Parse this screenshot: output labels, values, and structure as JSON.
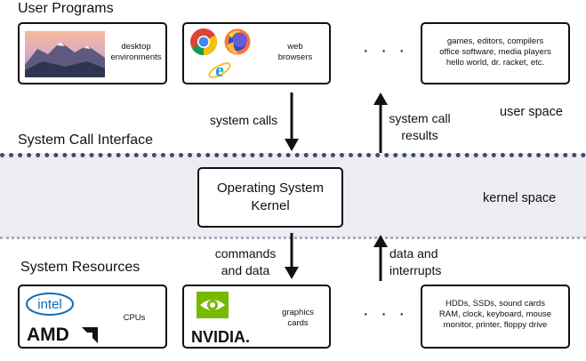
{
  "sections": {
    "user_programs": "User Programs",
    "system_call_interface": "System Call Interface",
    "system_resources": "System Resources"
  },
  "spaces": {
    "user": "user space",
    "kernel": "kernel space"
  },
  "kernel": {
    "line1": "Operating System",
    "line2": "Kernel"
  },
  "arrows": {
    "down_top": "system calls",
    "up_top_1": "system call",
    "up_top_2": "results",
    "down_bottom_1": "commands",
    "down_bottom_2": "and data",
    "up_bottom_1": "data and",
    "up_bottom_2": "interrupts"
  },
  "user_boxes": {
    "desktop": [
      "desktop",
      "environments"
    ],
    "web": [
      "web",
      "browsers"
    ],
    "ellipsis": "· · ·",
    "other": [
      "games, editors, compilers",
      "office software, media players",
      "hello world, dr. racket, etc."
    ]
  },
  "resource_boxes": {
    "cpu_label": "CPUs",
    "intel_logo": "intel",
    "amd_logo": "AMD",
    "graphics": [
      "graphics",
      "cards"
    ],
    "nvidia_logo": "NVIDIA.",
    "ellipsis": "· · ·",
    "other": [
      "HDDs, SSDs, sound cards",
      "RAM, clock, keyboard, mouse",
      "monitor, printer, floppy drive"
    ]
  },
  "colors": {
    "band": "#ececf3",
    "dotted_top": "#3f4b73",
    "dotted_bottom": "#a9adbd",
    "intel_blue": "#0a6ebd",
    "nvidia_green": "#76b900",
    "chrome_red": "#db4437",
    "chrome_yellow": "#f4c20d",
    "chrome_green": "#0f9d58",
    "chrome_blue": "#4285f4",
    "firefox_orange": "#ff7139",
    "ie_blue": "#1ba1e2"
  }
}
